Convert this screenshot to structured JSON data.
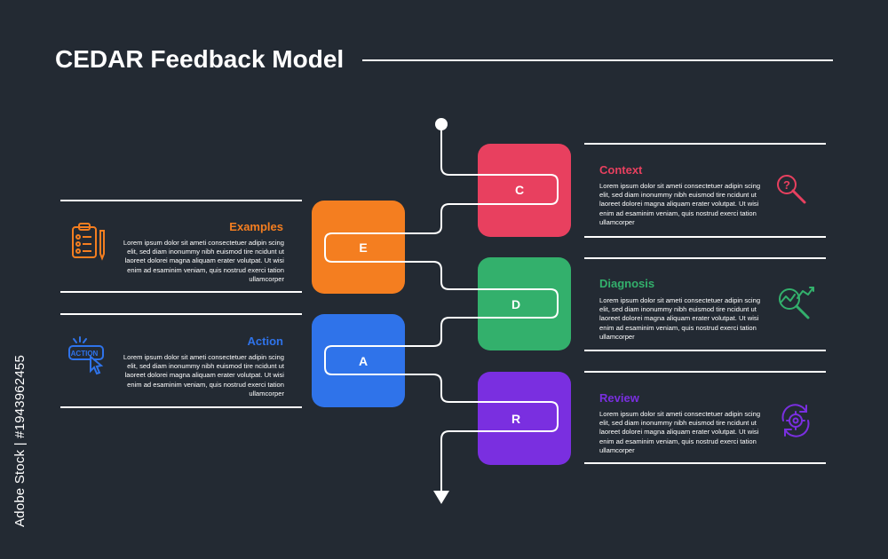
{
  "title": "CEDAR Feedback Model",
  "credit": "Adobe Stock | #1943962455",
  "lorem": "Lorem ipsum dolor sit ameti consectetuer adipin scing elit, sed diam inonummy nibh euismod tire ncidunt ut laoreet dolorei magna aliquam erater volutpat. Ut wisi enim ad esaminim veniam, quis nostrud exerci tation ullamcorper",
  "steps": [
    {
      "letter": "C",
      "label": "Context",
      "color": "#e8405f",
      "icon": "question-magnifier-icon"
    },
    {
      "letter": "E",
      "label": "Examples",
      "color": "#f47e20",
      "icon": "clipboard-checklist-icon"
    },
    {
      "letter": "D",
      "label": "Diagnosis",
      "color": "#33b06c",
      "icon": "chart-magnifier-icon"
    },
    {
      "letter": "A",
      "label": "Action",
      "color": "#2f73ea",
      "icon": "action-cursor-icon",
      "icon_text": "ACTION"
    },
    {
      "letter": "R",
      "label": "Review",
      "color": "#7a2fe0",
      "icon": "cycle-gear-icon"
    }
  ]
}
